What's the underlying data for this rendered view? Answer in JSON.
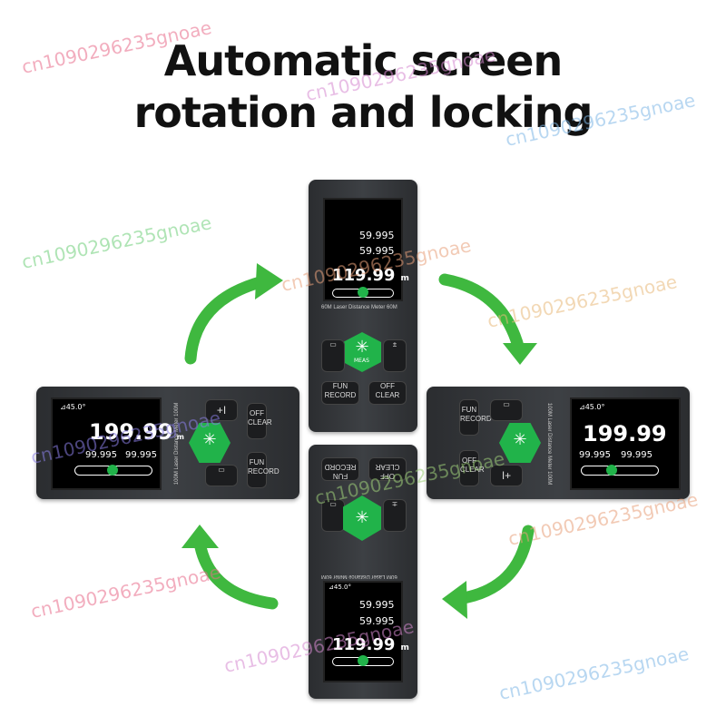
{
  "title": {
    "line1": "Automatic screen",
    "line2": "rotation and locking"
  },
  "device": {
    "reading_main": "119.99",
    "reading_main_side": "199.99",
    "unit": "m",
    "value_a": "59.995",
    "value_b": "59.995",
    "value_c": "99.995",
    "angle": "45.0°",
    "model_label_top": "60M Laser Distance Meter 60M",
    "model_label_side": "100M Laser Distance Meter 100M",
    "btn_fun": "FUN\nRECORD",
    "btn_off": "OFF\nCLEAR",
    "btn_meas": "MEAS"
  },
  "watermark": "cn1090296235gnoae",
  "colors": {
    "accent": "#21b34a",
    "device": "#2f3236"
  }
}
